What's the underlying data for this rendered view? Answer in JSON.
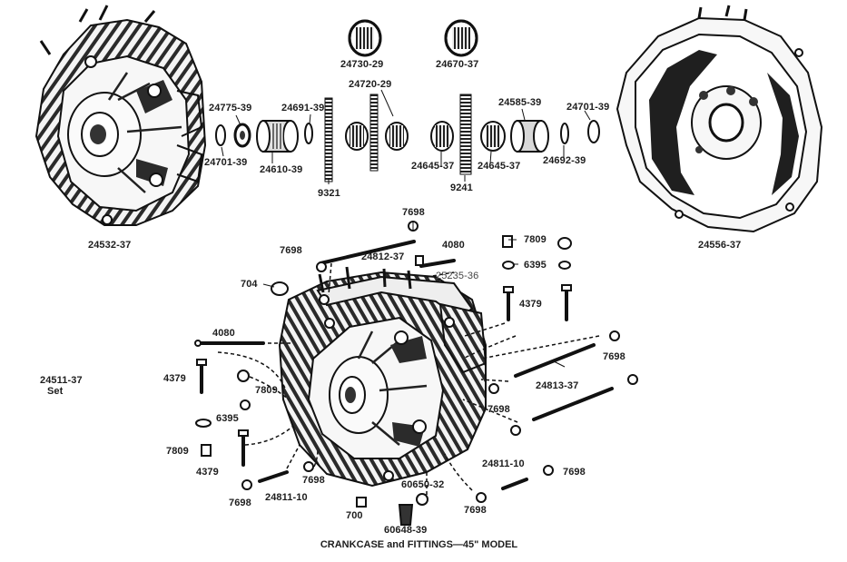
{
  "caption": "CRANKCASE and FITTINGS—45\" MODEL",
  "set_label": {
    "number": "24511-37",
    "suffix": "Set"
  },
  "part_labels": {
    "p24730": "24730-29",
    "p24670": "24670-37",
    "p24720": "24720-29",
    "p24775": "24775-39",
    "p24691": "24691-39",
    "p24585": "24585-39",
    "p24701_top": "24701-39",
    "p24701_left": "24701-39",
    "p24610": "24610-39",
    "p24645_a": "24645-37",
    "p24645_b": "24645-37",
    "p24692": "24692-39",
    "p9321": "9321",
    "p9241": "9241",
    "p24532": "24532-37",
    "p24556": "24556-37",
    "p7698_a": "7698",
    "p7698_b": "7698",
    "p24812": "24812-37",
    "p4080_top": "4080",
    "p7809_top": "7809",
    "p6395_top": "6395",
    "p25235": "25235-36",
    "p704": "704",
    "p4379_top": "4379",
    "p4080_left": "4080",
    "p7698_c": "7698",
    "p4379_left": "4379",
    "p7809_mid": "7809",
    "p24813": "24813-37",
    "p6395_left": "6395",
    "p7698_d": "7698",
    "p7809_left": "7809",
    "p4379_low": "4379",
    "p7698_e": "7698",
    "p24811_right": "24811-10",
    "p7698_f": "7698",
    "p7698_g": "7698",
    "p24811_left": "24811-10",
    "p60650": "60650-32",
    "p700": "700",
    "p7698_h": "7698",
    "p60648": "60648-39"
  }
}
